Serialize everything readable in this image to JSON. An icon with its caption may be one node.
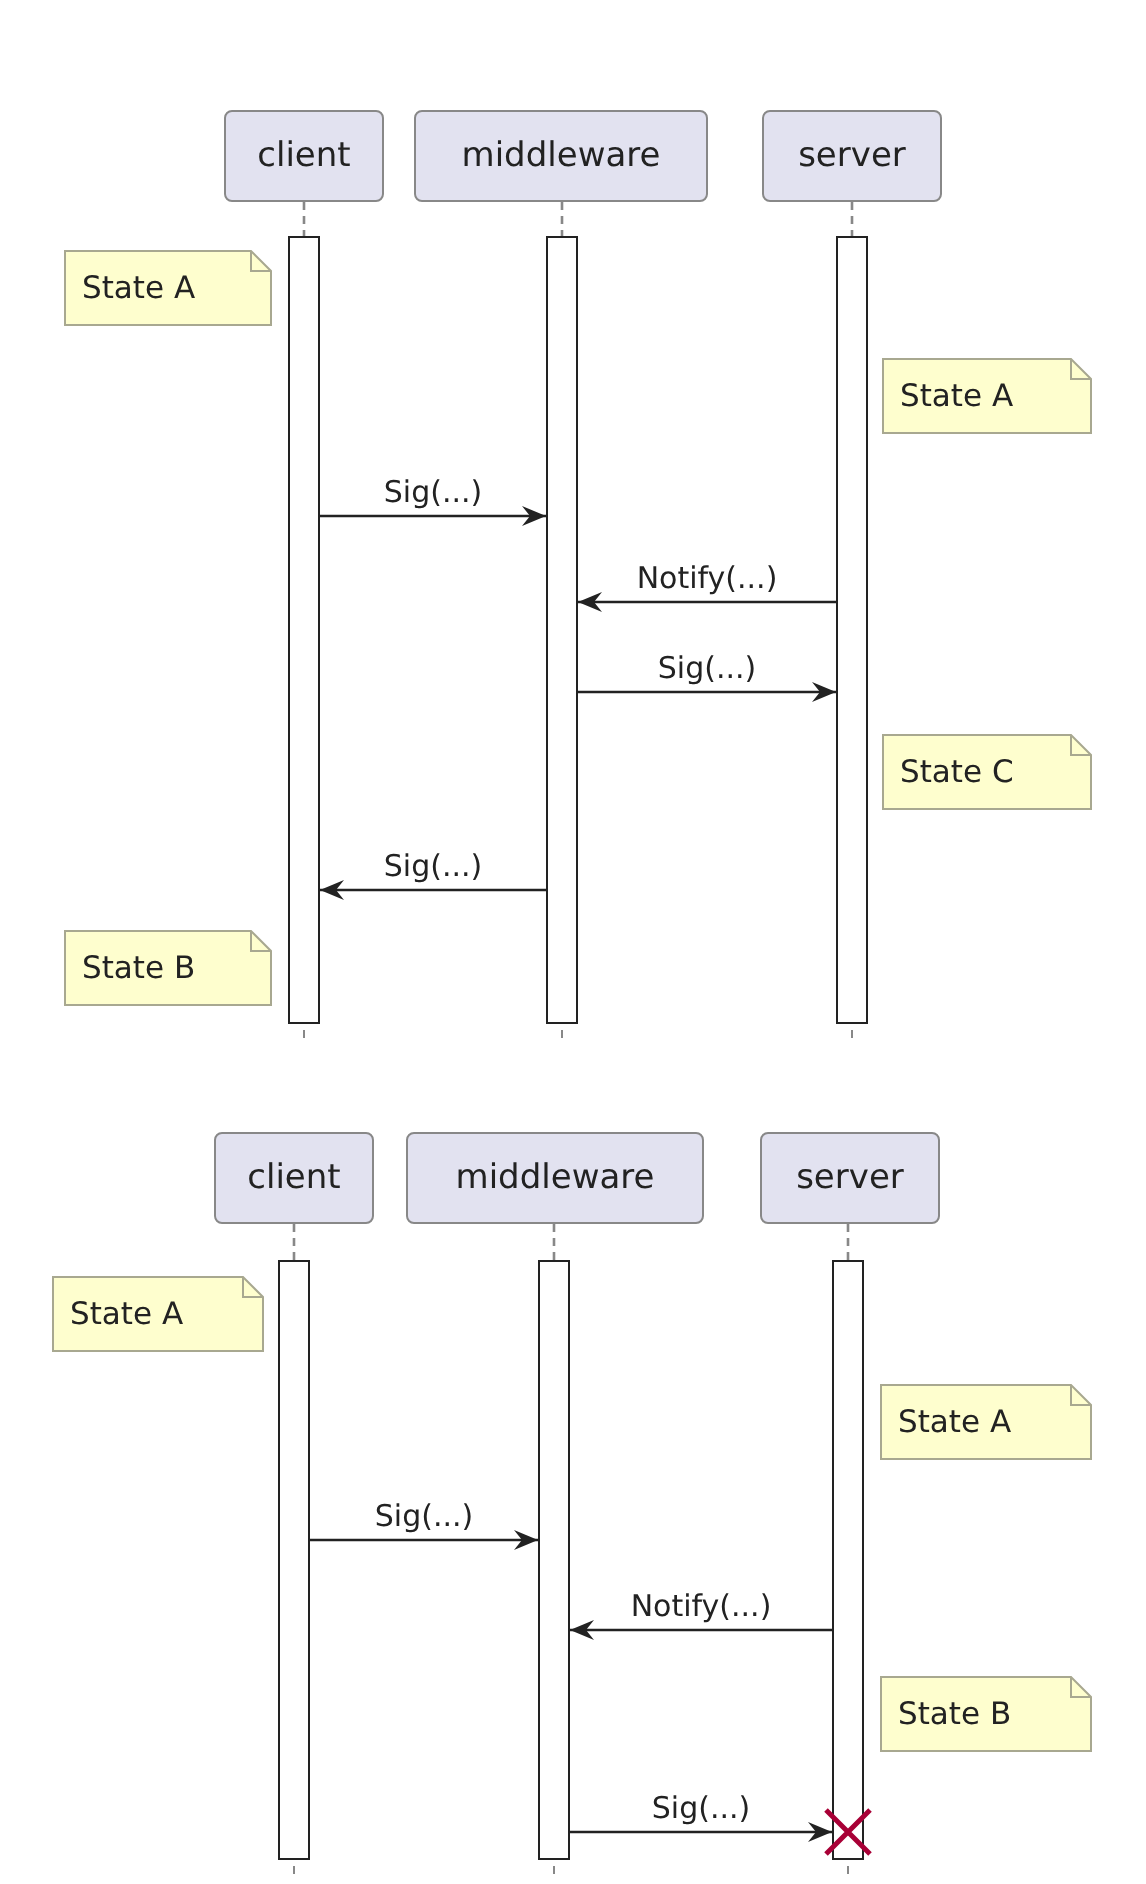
{
  "diagram": {
    "nodes": [
      {
        "text": [
          "client"
        ]
      },
      {
        "text": [
          "middleware"
        ]
      },
      {
        "text": [
          "server"
        ]
      },
      {
        "text": [],
        "shape": "bar"
      },
      {
        "text": [],
        "shape": "bar"
      },
      {
        "text": [],
        "shape": "bar"
      },
      {
        "text": [
          "State A"
        ]
      },
      {
        "text": [
          "State A"
        ]
      },
      {
        "text": [
          "State C"
        ]
      },
      {
        "text": [
          "State B"
        ]
      },
      {
        "text": [
          "client"
        ]
      },
      {
        "text": [
          "middleware"
        ]
      },
      {
        "text": [
          "server"
        ]
      },
      {
        "text": [],
        "shape": "bar"
      },
      {
        "text": [],
        "shape": "bar"
      },
      {
        "text": [],
        "shape": "bar"
      },
      {
        "text": [
          "State A"
        ]
      },
      {
        "text": [
          "State A"
        ]
      },
      {
        "text": [
          "State B"
        ]
      }
    ],
    "edges": [
      {
        "from": 0,
        "to": 3,
        "arrow": "none",
        "style": "dashed",
        "color": "#888888"
      },
      {
        "from": 1,
        "to": 4,
        "arrow": "none",
        "style": "dashed",
        "color": "#888888"
      },
      {
        "from": 2,
        "to": 5,
        "arrow": "none",
        "style": "dashed",
        "color": "#888888"
      },
      {
        "from": 3,
        "to": 4,
        "label": "Sig(...)",
        "arrow": "to"
      },
      {
        "from": 5,
        "to": 4,
        "label": "Notify(...)",
        "arrow": "to"
      },
      {
        "from": 4,
        "to": 5,
        "label": "Sig(...)",
        "arrow": "to"
      },
      {
        "from": 4,
        "to": 3,
        "label": "Sig(...)",
        "arrow": "to"
      },
      {
        "from": 10,
        "to": 13,
        "arrow": "none",
        "style": "dashed",
        "color": "#888888"
      },
      {
        "from": 11,
        "to": 14,
        "arrow": "none",
        "style": "dashed",
        "color": "#888888"
      },
      {
        "from": 12,
        "to": 15,
        "arrow": "none",
        "style": "dashed",
        "color": "#888888"
      },
      {
        "from": 13,
        "to": 14,
        "label": "Sig(...)",
        "arrow": "to"
      },
      {
        "from": 15,
        "to": 14,
        "label": "Notify(...)",
        "arrow": "to"
      },
      {
        "from": 14,
        "to": 15,
        "label": "Sig(...)",
        "arrow": "to"
      }
    ]
  }
}
